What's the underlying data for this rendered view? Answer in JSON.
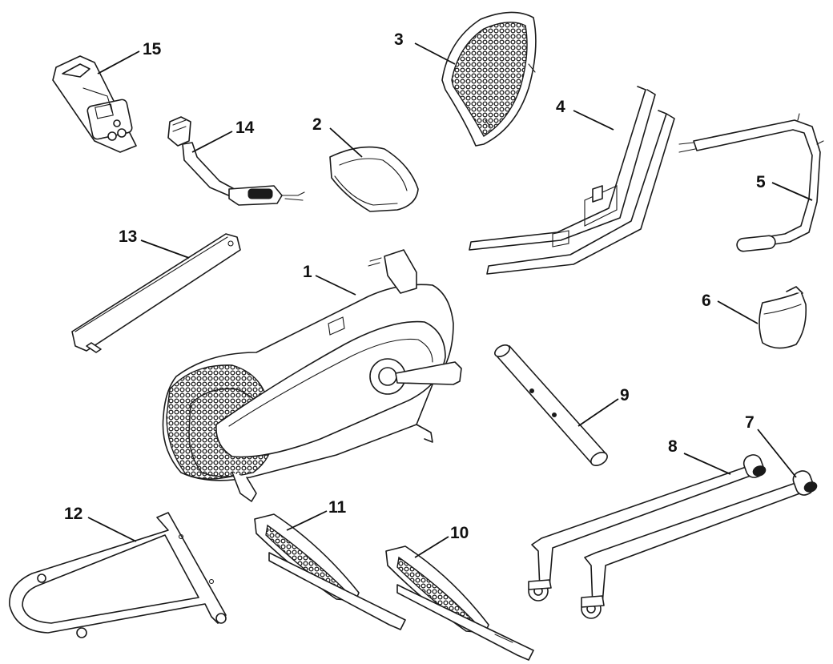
{
  "parts": [
    {
      "id": "1"
    },
    {
      "id": "2"
    },
    {
      "id": "3"
    },
    {
      "id": "4"
    },
    {
      "id": "5"
    },
    {
      "id": "6"
    },
    {
      "id": "7"
    },
    {
      "id": "8"
    },
    {
      "id": "9"
    },
    {
      "id": "10"
    },
    {
      "id": "11"
    },
    {
      "id": "12"
    },
    {
      "id": "13"
    },
    {
      "id": "14"
    },
    {
      "id": "15"
    }
  ]
}
